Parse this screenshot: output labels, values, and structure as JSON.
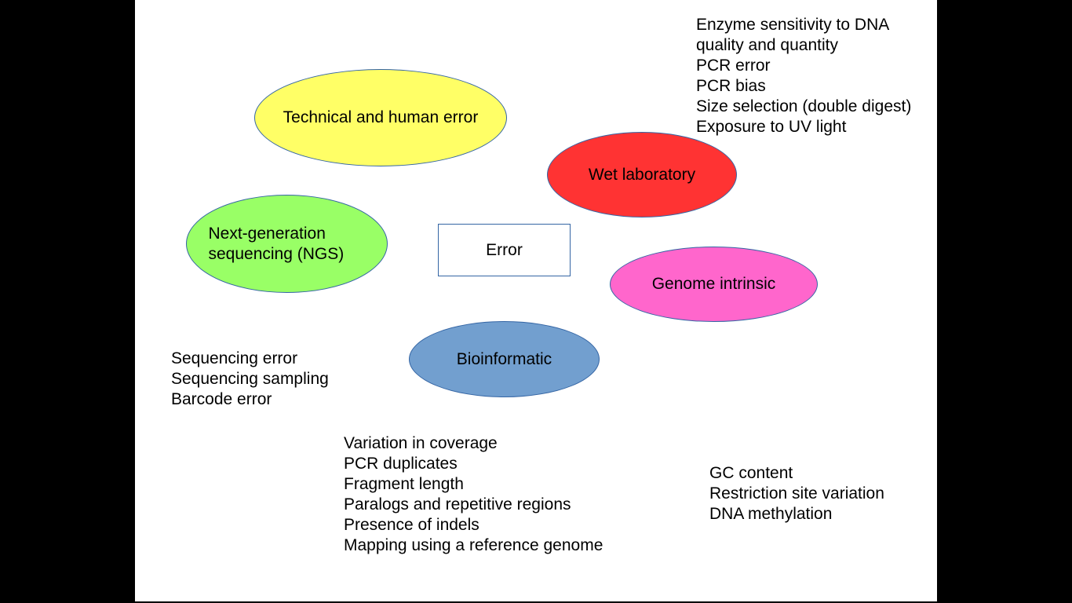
{
  "center": {
    "label": "Error"
  },
  "categories": [
    {
      "id": "technical",
      "label": "Technical and human error",
      "color": "#ffff66"
    },
    {
      "id": "wet-lab",
      "label": "Wet laboratory",
      "color": "#ff3333"
    },
    {
      "id": "ngs",
      "label": "Next-generation sequencing (NGS)",
      "color": "#99ff66"
    },
    {
      "id": "genome",
      "label": "Genome intrinsic",
      "color": "#ff66cc"
    },
    {
      "id": "bioinformatic",
      "label": "Bioinformatic",
      "color": "#729fcf"
    }
  ],
  "lists": {
    "wet_lab": [
      "Enzyme sensitivity to DNA",
      "quality and quantity",
      "PCR error",
      "PCR bias",
      "Size selection (double digest)",
      "Exposure to UV light"
    ],
    "ngs": [
      "Sequencing error",
      "Sequencing sampling",
      "Barcode error"
    ],
    "bioinformatic": [
      "Variation in coverage",
      "PCR duplicates",
      "Fragment length",
      "Paralogs and repetitive regions",
      "Presence of indels",
      "Mapping using a reference genome"
    ],
    "genome": [
      "GC content",
      "Restriction site variation",
      "DNA methylation"
    ]
  }
}
